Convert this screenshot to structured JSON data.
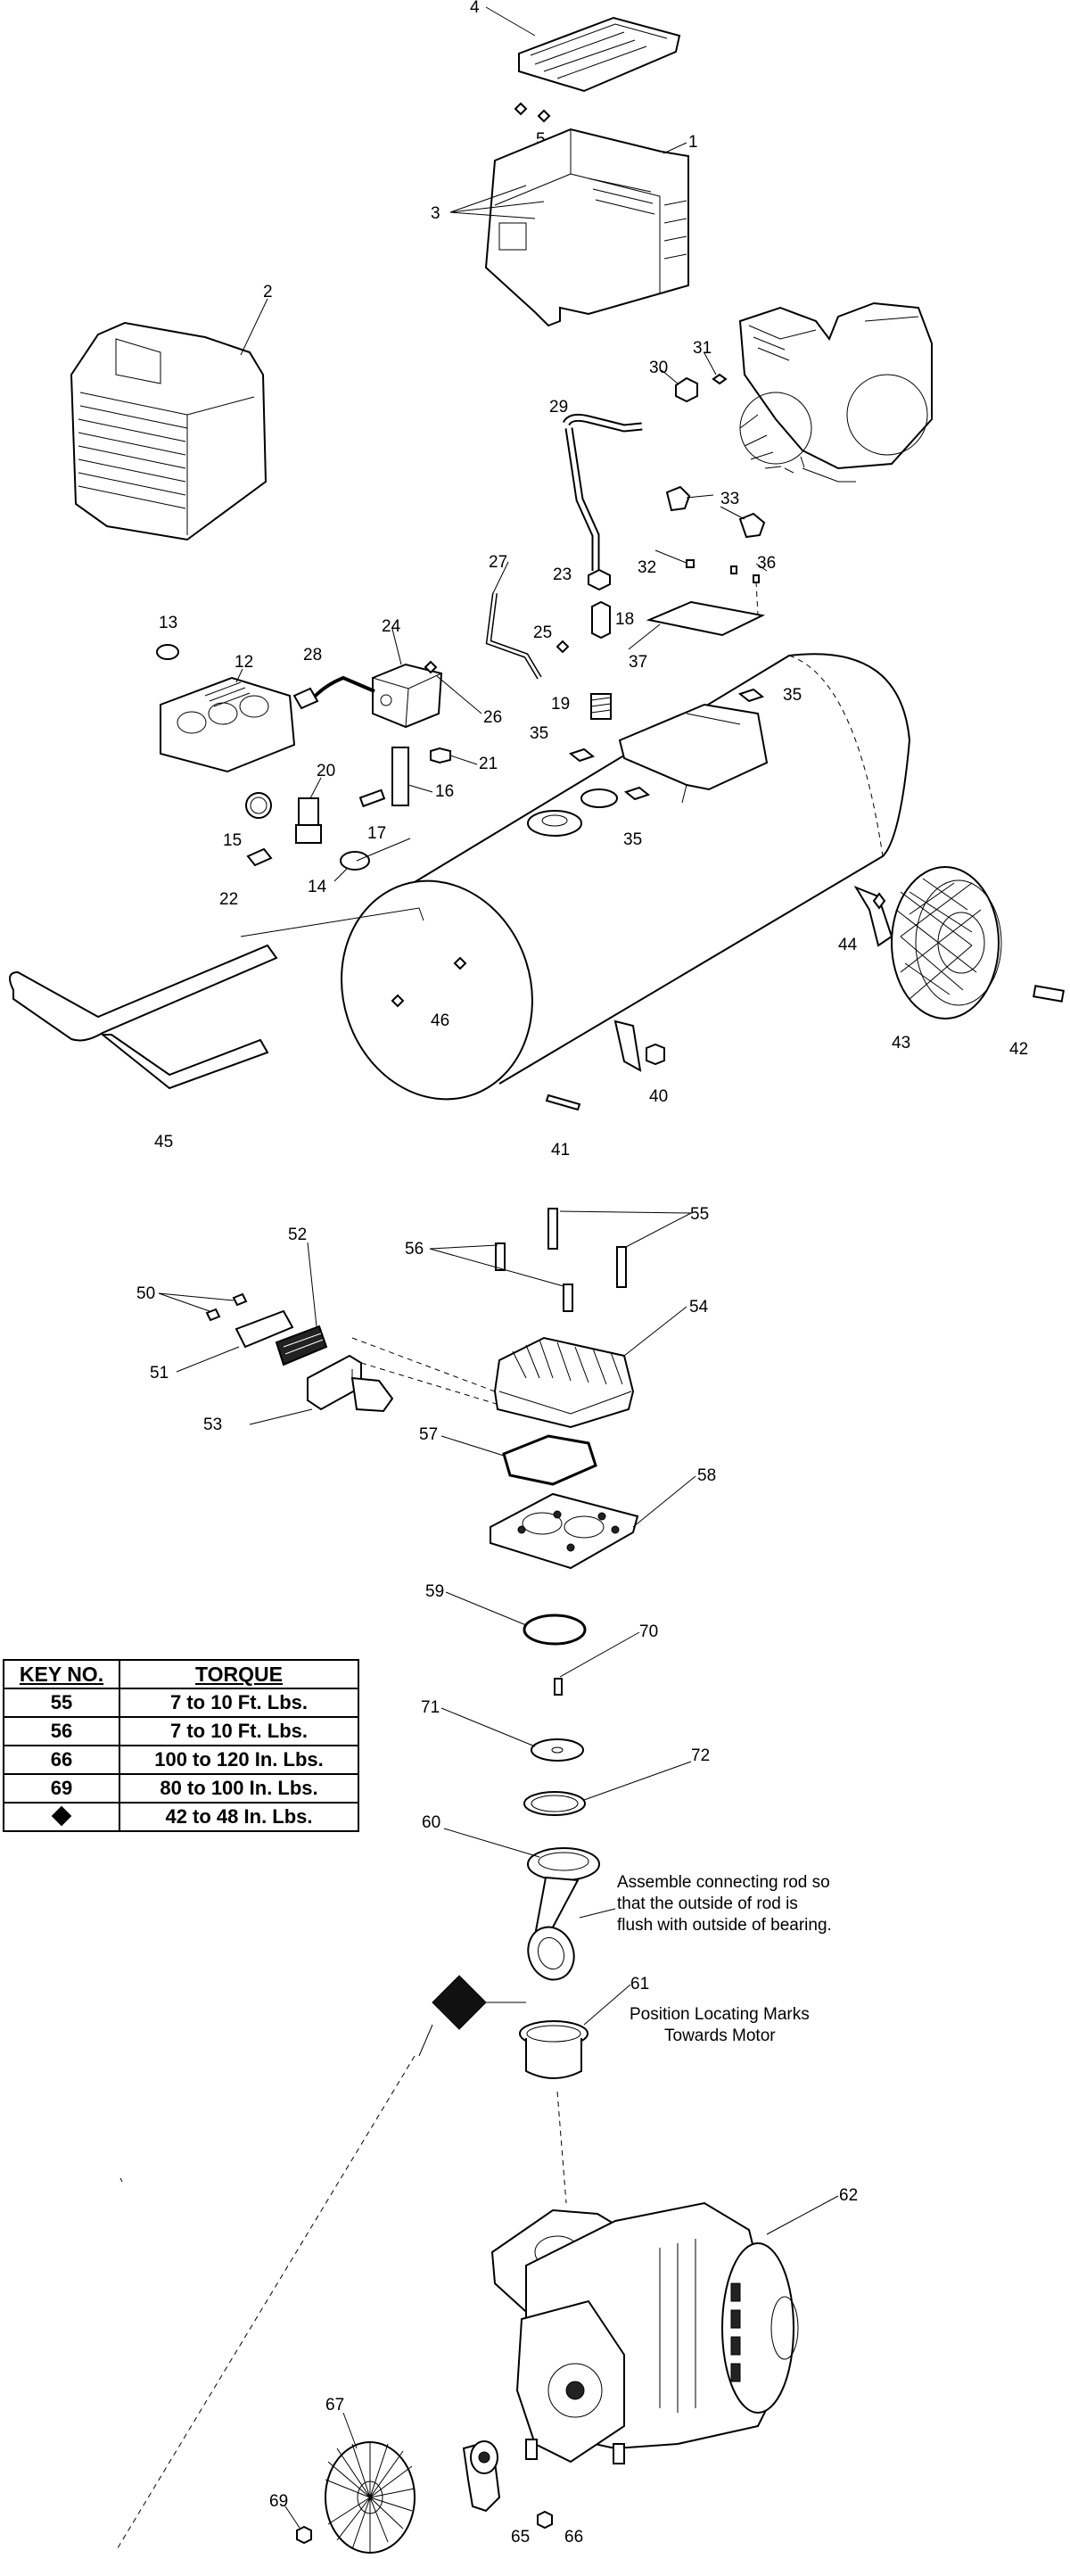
{
  "callouts": {
    "c1": "1",
    "c2": "2",
    "c3": "3",
    "c4": "4",
    "c5": "5",
    "c12": "12",
    "c13": "13",
    "c14": "14",
    "c15": "15",
    "c16": "16",
    "c17": "17",
    "c18": "18",
    "c19": "19",
    "c20": "20",
    "c21": "21",
    "c22": "22",
    "c23": "23",
    "c24": "24",
    "c25": "25",
    "c26": "26",
    "c27": "27",
    "c28": "28",
    "c29": "29",
    "c30": "30",
    "c31": "31",
    "c32": "32",
    "c33": "33",
    "c35a": "35",
    "c35b": "35",
    "c35c": "35",
    "c36": "36",
    "c37": "37",
    "c40": "40",
    "c41": "41",
    "c42": "42",
    "c43": "43",
    "c44": "44",
    "c45": "45",
    "c46": "46",
    "c50": "50",
    "c51": "51",
    "c52": "52",
    "c53": "53",
    "c54": "54",
    "c55": "55",
    "c56": "56",
    "c57": "57",
    "c58": "58",
    "c59": "59",
    "c60": "60",
    "c61": "61",
    "c62": "62",
    "c65": "65",
    "c66": "66",
    "c67": "67",
    "c69": "69",
    "c70": "70",
    "c71": "71",
    "c72": "72"
  },
  "notes": {
    "connecting_rod": [
      "Assemble connecting rod so",
      "that the outside of rod is",
      "flush with outside of bearing."
    ],
    "locating_marks": [
      "Position Locating Marks",
      "Towards Motor"
    ]
  },
  "torque_table": {
    "header_key": "KEY NO.",
    "header_torque": "TORQUE",
    "rows": [
      {
        "key": "55",
        "torque": "7 to 10 Ft. Lbs."
      },
      {
        "key": "56",
        "torque": "7 to 10 Ft. Lbs."
      },
      {
        "key": "66",
        "torque": "100 to 120 In. Lbs."
      },
      {
        "key": "69",
        "torque": "80 to 100 In. Lbs."
      },
      {
        "key": "diamond",
        "torque": "42 to 48 In. Lbs."
      }
    ]
  }
}
